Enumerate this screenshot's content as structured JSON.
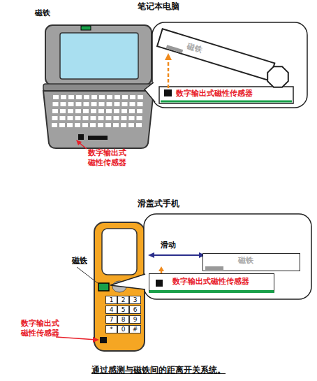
{
  "diagram": {
    "title": "笔记本电脑",
    "caption": "通过感测与磁铁间的距离开关系统。",
    "nodes": [
      {
        "text": [
          "磁铁"
        ]
      },
      {
        "text": [
          "数字输出式磁性传感器"
        ]
      },
      {
        "text": [
          "磁铁"
        ]
      },
      {
        "text": [
          "数字输出式磁性传感器"
        ]
      },
      {
        "text": [
          "1"
        ]
      },
      {
        "text": [
          "2"
        ]
      },
      {
        "text": [
          "3"
        ]
      },
      {
        "text": [
          "4"
        ]
      },
      {
        "text": [
          "5"
        ]
      },
      {
        "text": [
          "6"
        ]
      },
      {
        "text": [
          "7"
        ]
      },
      {
        "text": [
          "8"
        ]
      },
      {
        "text": [
          "9"
        ]
      },
      {
        "text": [
          "*"
        ]
      },
      {
        "text": [
          "0"
        ]
      },
      {
        "text": [
          "#"
        ]
      }
    ],
    "labels": [
      "磁铁",
      "数字输出式 磁性传感器",
      "滑盖式手机",
      "滑动",
      "磁铁",
      "数字输出式 磁性传感器"
    ]
  }
}
